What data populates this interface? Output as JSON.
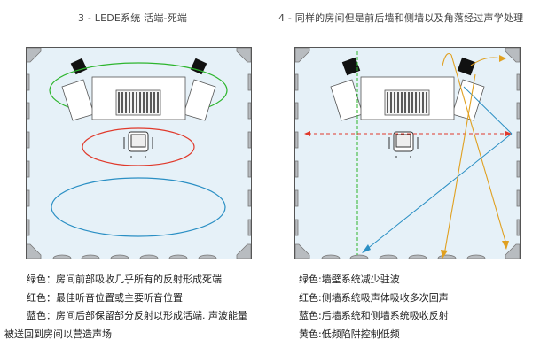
{
  "titles": {
    "left": "3 - LEDE系统  活端-死端",
    "right": "4 - 同样的房间但是前后墙和侧墙以及角落经过声学处理"
  },
  "legend_left": [
    "绿色：房间前部吸收几乎所有的反射形成死端",
    "红色：最佳听音位置或主要听音位置",
    "蓝色：房间后部保留部分反射以形成活端. 声波能量",
    "被送回到房间以营造声场"
  ],
  "legend_right": [
    "绿色:墙壁系统减少驻波",
    "红色:侧墙系统吸声体吸收多次回声",
    "蓝色:后墙系统和侧墙系统吸收反射",
    "黄色:低频陷阱控制低频"
  ],
  "colors": {
    "green": "#2db52d",
    "red": "#e0392b",
    "blue": "#2a8fc4",
    "yellow": "#e0a020",
    "room_fill": "#e6f1f8",
    "panel": "#b8bcc0"
  }
}
